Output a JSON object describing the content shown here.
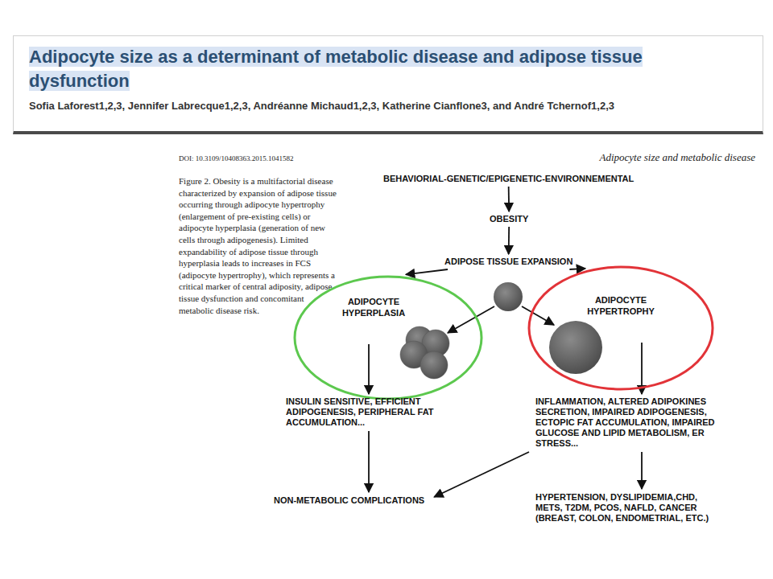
{
  "diagram": {
    "title": "Adipocyte size as a determinant of metabolic disease and adipose tissue dysfunction",
    "caption": "Figure 2. Obesity is a multifactorial disease characterized by expansion of adipose tissue occurring through adipocyte hypertrophy (enlargement of pre-existing cells) or adipocyte hyperplasia (generation of new cells through adipogenesis). Limited expandability of adipose tissue through hyperplasia leads to increases in FCS (adipocyte hypertrophy), which represents a critical marker of central adiposity, adipose tissue dysfunction and concomitant metabolic disease risk.",
    "nodes": [
      {
        "text": [
          "BEHAVIORIAL-GENETIC/EPIGENETIC-ENVIRONNEMENTAL"
        ]
      },
      {
        "text": [
          "OBESITY"
        ]
      },
      {
        "text": [
          "ADIPOSE TISSUE EXPANSION"
        ]
      },
      {
        "text": [
          "ADIPOCYTE HYPERPLASIA"
        ]
      },
      {
        "text": [
          "ADIPOCYTE HYPERTROPHY"
        ]
      },
      {
        "text": [
          "INSULIN SENSITIVE, EFFICIENT ADIPOGENESIS, PERIPHERAL FAT ACCUMULATION..."
        ]
      },
      {
        "text": [
          "INFLAMMATION, ALTERED ADIPOKINES SECRETION, IMPAIRED ADIPOGENESIS, ECTOPIC FAT ACCUMULATION, IMPAIRED GLUCOSE AND LIPID METABOLISM, ER STRESS..."
        ]
      },
      {
        "text": [
          "NON-METABOLIC COMPLICATIONS"
        ]
      },
      {
        "text": [
          "HYPERTENSION, DYSLIPIDEMIA,CHD, METS, T2DM, PCOS, NAFLD, CANCER (BREAST, COLON, ENDOMETRIAL, ETC.)"
        ]
      }
    ],
    "edges": [
      {
        "from": 0,
        "to": 1,
        "arrow": "to"
      },
      {
        "from": 1,
        "to": 2,
        "arrow": "to"
      },
      {
        "from": 2,
        "to": 3,
        "arrow": "to"
      },
      {
        "from": 2,
        "to": 4,
        "arrow": "to"
      },
      {
        "from": 3,
        "to": 5,
        "arrow": "to"
      },
      {
        "from": 4,
        "to": 6,
        "arrow": "to"
      },
      {
        "from": 5,
        "to": 7,
        "arrow": "to"
      },
      {
        "from": 6,
        "to": 7,
        "arrow": "to"
      },
      {
        "from": 6,
        "to": 8,
        "arrow": "to"
      }
    ],
    "labels": [
      "Sofia Laforest1,2,3, Jennifer Labrecque1,2,3, Andréanne Michaud1,2,3, Katherine Cianflone3, and André Tchernof1,2,3",
      "DOI: 10.3109/10408363.2015.1041582",
      "Adipocyte size and metabolic disease"
    ]
  }
}
